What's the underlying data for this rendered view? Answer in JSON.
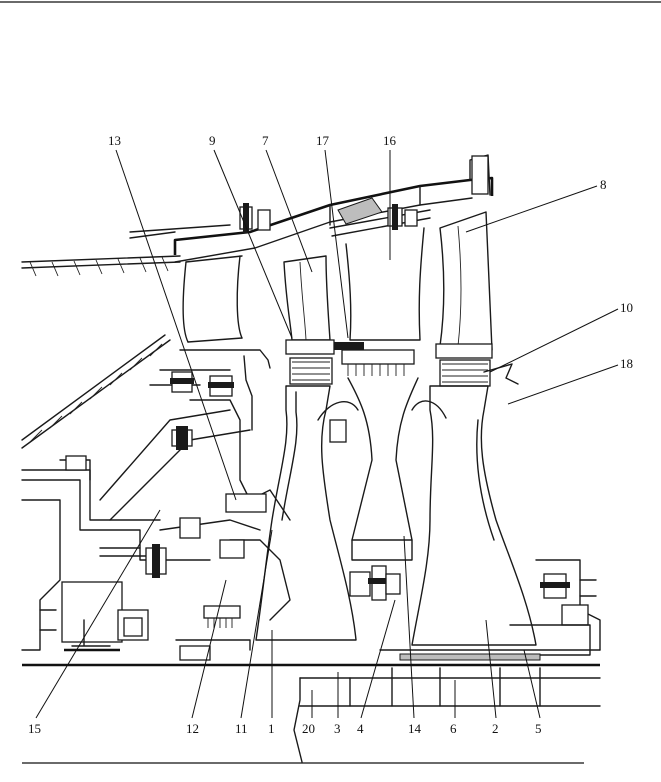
{
  "callouts": {
    "top": [
      "13",
      "9",
      "7",
      "17",
      "16",
      "8"
    ],
    "right": [
      "10",
      "18"
    ],
    "bottom": [
      "15",
      "12",
      "11",
      "1",
      "20",
      "3",
      "4",
      "14",
      "6",
      "2",
      "5"
    ]
  },
  "colors": {
    "ink": "#1a1a1a",
    "paper": "#ffffff",
    "shade": "#bdbdbd"
  }
}
